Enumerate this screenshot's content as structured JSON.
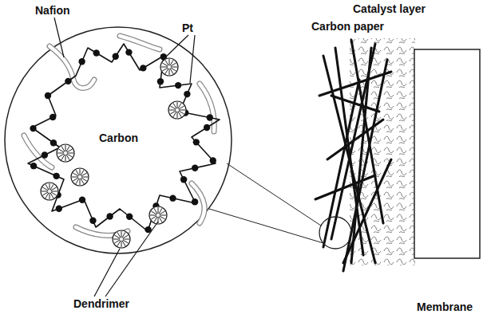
{
  "diagram": {
    "labels": [
      "Nafion",
      "Pt",
      "Carbon",
      "Catalyst layer",
      "Carbon paper",
      "Dendrimer",
      "Membrane"
    ]
  }
}
